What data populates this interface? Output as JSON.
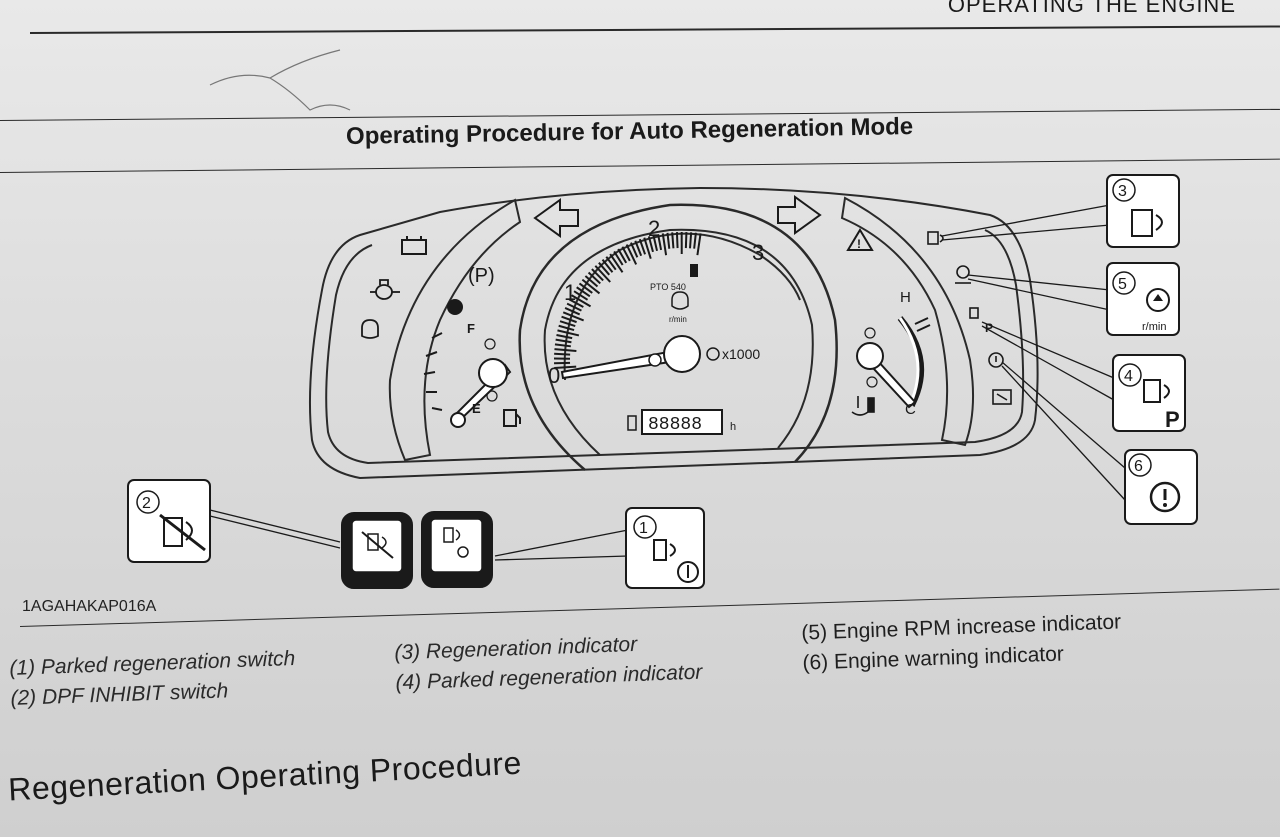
{
  "header": {
    "section": "OPERATING THE ENGINE"
  },
  "title": "Operating Procedure for Auto Regeneration Mode",
  "figure_code": "1AGAHAKAP016A",
  "gauge": {
    "tach_ticks": [
      "0",
      "1",
      "2",
      "3"
    ],
    "multiplier": "x1000",
    "pto_label": "PTO  540",
    "rpm_unit": "r/min",
    "hour_meter": "88888",
    "hour_unit": "h",
    "fuel_full": "F",
    "fuel_empty": "E",
    "temp_hot": "H",
    "temp_cold": "C",
    "park_symbol": "(P)"
  },
  "callouts": [
    {
      "num": "1",
      "letter": ""
    },
    {
      "num": "2",
      "letter": ""
    },
    {
      "num": "3",
      "letter": ""
    },
    {
      "num": "4",
      "letter": "P"
    },
    {
      "num": "5",
      "letter": "r/min"
    },
    {
      "num": "6",
      "letter": ""
    }
  ],
  "legend": {
    "col1": [
      "(1) Parked regeneration switch",
      "(2) DPF INHIBIT switch"
    ],
    "col2": [
      "(3) Regeneration indicator",
      "(4) Parked regeneration indicator"
    ],
    "col3": [
      "(5) Engine RPM increase indicator",
      "(6) Engine warning indicator"
    ]
  },
  "next_heading": "Regeneration Operating Procedure",
  "icons": [
    "battery-icon",
    "oil-pressure-icon",
    "glow-plug-icon",
    "parking-brake-icon",
    "fuel-pump-icon",
    "warning-triangle-icon",
    "turn-left-icon",
    "turn-right-icon",
    "coolant-temp-icon",
    "filter-icon",
    "dpf-icon",
    "engine-warning-icon"
  ]
}
